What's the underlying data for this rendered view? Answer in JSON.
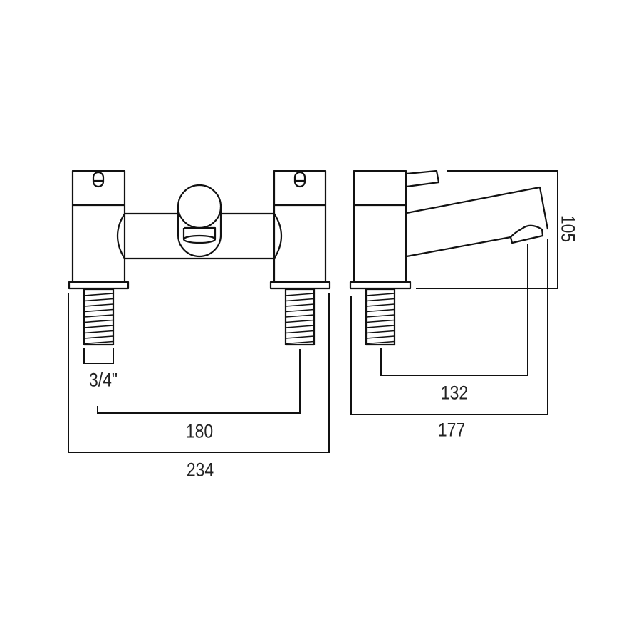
{
  "title": "Bath filler tap dimension drawing",
  "front_view": {
    "thread_label": "3/4\"",
    "centres_label": "180",
    "overall_width_label": "234"
  },
  "side_view": {
    "height_label": "105",
    "spout_reach_label": "132",
    "overall_depth_label": "177"
  },
  "colors": {
    "line": "#111111",
    "background": "#ffffff"
  }
}
